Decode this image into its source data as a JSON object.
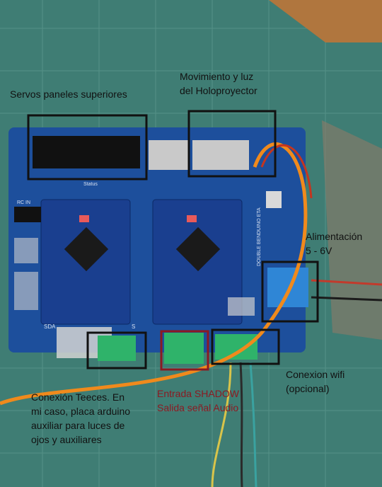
{
  "labels": {
    "top_servos": {
      "line1": "Servos paneles superiores"
    },
    "holo": {
      "line1": "Movimiento y luz",
      "line2": "del Holoproyector"
    },
    "power": {
      "line1": "Alimentación",
      "line2": "5 - 6V"
    },
    "wifi": {
      "line1": "Conexion wifi",
      "line2": "(opcional)"
    },
    "teeces": {
      "line1": "Conexión Teeces. En",
      "line2": "mi caso, placa arduino",
      "line3": "auxiliar para luces de",
      "line4": "ojos y auxiliares"
    },
    "shadow": {
      "line1": "Entrada SHADOW",
      "line2": "Salida señal Audio"
    }
  },
  "board_silk": {
    "product": "DOUBLE BENDUINO ETA",
    "rc_in": "RC IN",
    "status": "Status",
    "sda": "SDA",
    "s_label": "S"
  },
  "colors": {
    "mat": "#3f7d74",
    "board": "#1d4f9c",
    "nano": "#1a3f8f",
    "black_box": "#111111",
    "red_box": "#8b1a22",
    "terminal_block": "#2fb36a",
    "power_block": "#2f86d6",
    "wire_orange": "#f08a1c"
  }
}
